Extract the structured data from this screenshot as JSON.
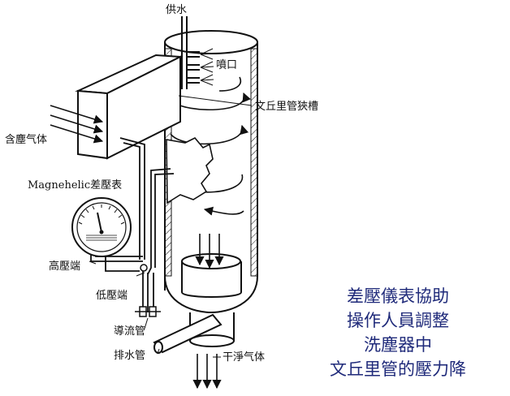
{
  "labels": {
    "water_supply": "供水",
    "nozzle": "噴口",
    "venturi_throat": "文丘里管狹槽",
    "dirty_gas": "含塵气体",
    "gauge_name": "Magnehelic差壓表",
    "high_port": "高壓端",
    "low_port": "低壓端",
    "conduit": "導流管",
    "drain": "排水管",
    "clean_gas": "干淨气体"
  },
  "caption": {
    "line1": "差壓儀表協助",
    "line2": "操作人員調整",
    "line3": "洗塵器中",
    "line4": "文丘里管的壓力降"
  },
  "colors": {
    "ink": "#111111",
    "caption": "#1f2a7a",
    "background": "#ffffff"
  }
}
